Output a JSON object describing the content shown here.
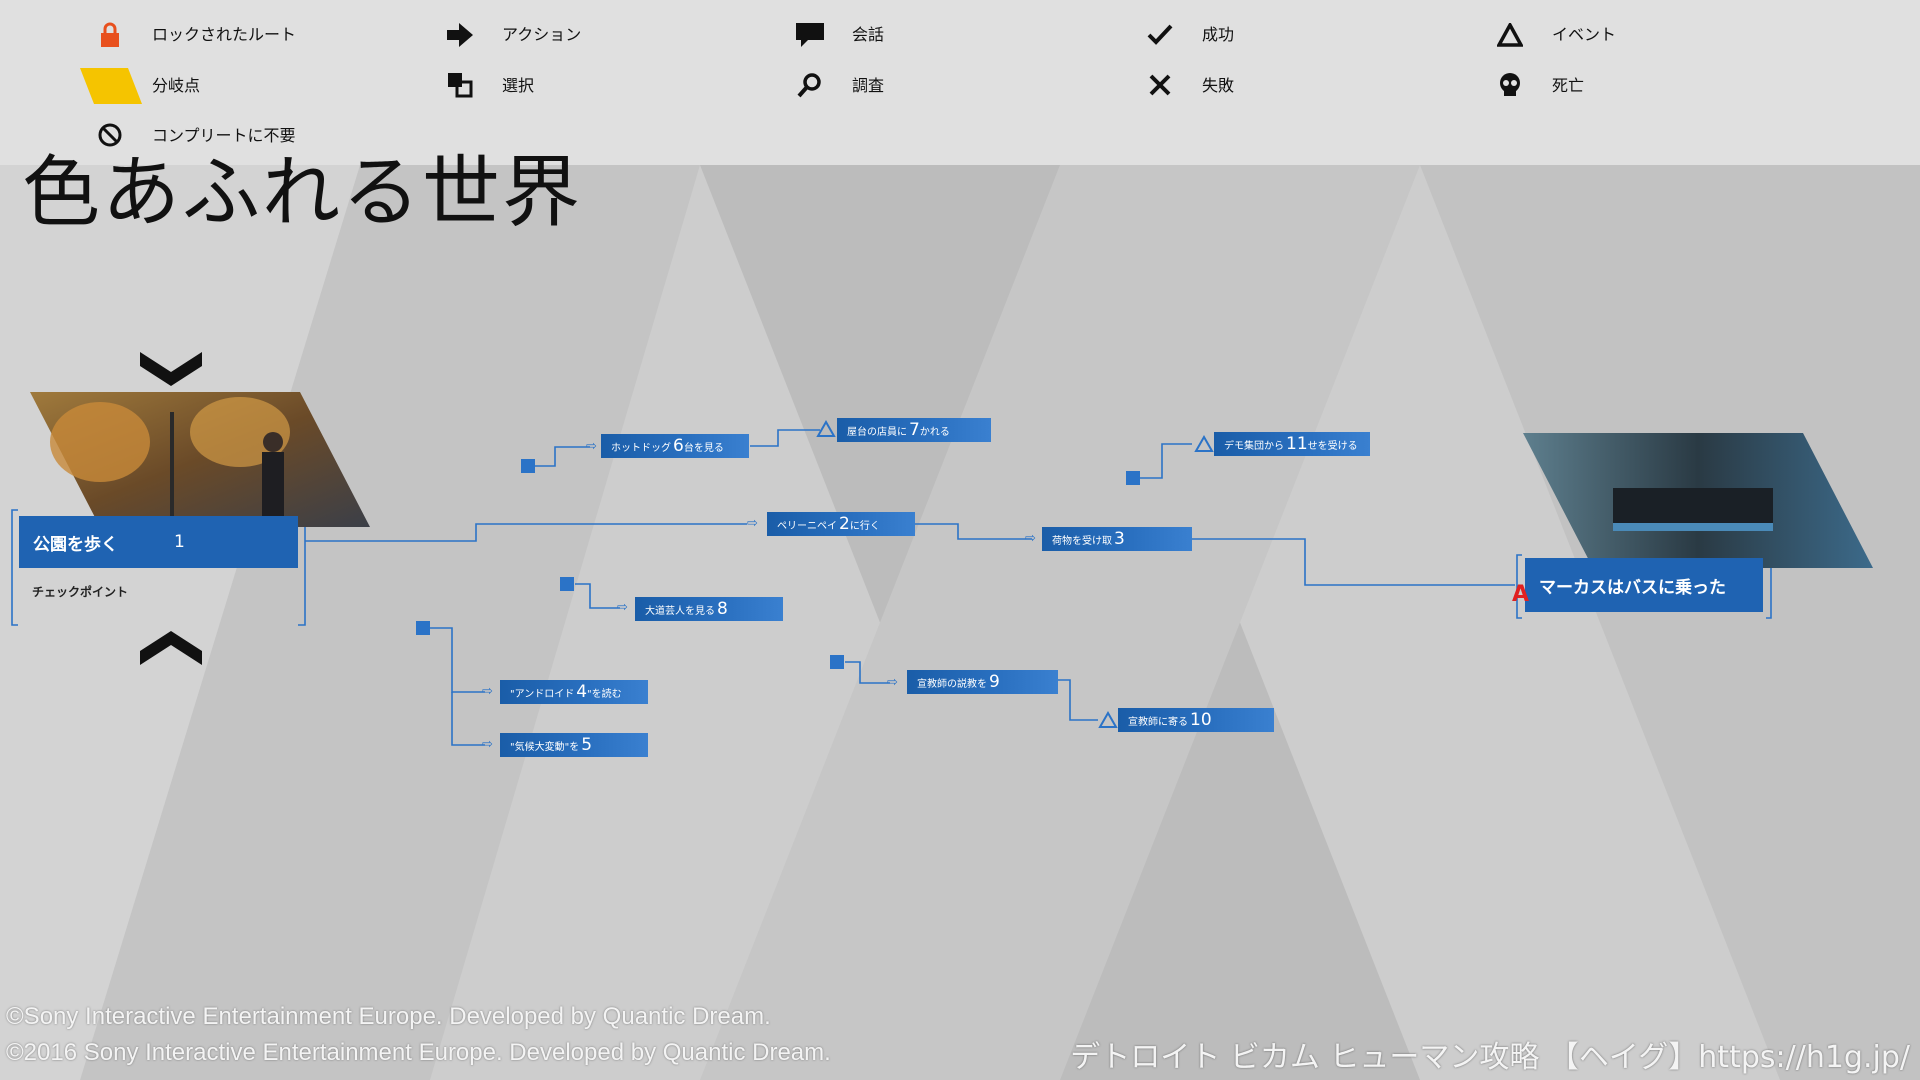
{
  "legend": {
    "locked_route": "ロックされたルート",
    "branch": "分岐点",
    "not_required": "コンプリートに不要",
    "action": "アクション",
    "choice": "選択",
    "dialogue": "会話",
    "investigate": "調査",
    "success": "成功",
    "failure": "失敗",
    "event": "イベント",
    "death": "死亡"
  },
  "page_title": "色あふれる世界",
  "start": {
    "title": "公園を歩く",
    "num": "1",
    "checkpoint": "チェックポイント"
  },
  "end": {
    "title": "マーカスはバスに乗った",
    "badge": "A"
  },
  "nodes": {
    "n2": {
      "label": "ペリーニペイ",
      "num": "2",
      "suffix": "に行く"
    },
    "n3": {
      "label": "荷物を受け取",
      "num": "3"
    },
    "n4": {
      "label": "\"アンドロイド",
      "num": "4",
      "suffix": "\"を読む"
    },
    "n5": {
      "label": "\"気候大変動\"を",
      "num": "5"
    },
    "n6": {
      "label": "ホットドッグ",
      "num": "6",
      "suffix": "台を見る"
    },
    "n7": {
      "label": "屋台の店員に",
      "num": "7",
      "suffix": "かれる"
    },
    "n8": {
      "label": "大道芸人を見る",
      "num": "8"
    },
    "n9": {
      "label": "宣教師の説教を",
      "num": "9"
    },
    "n10": {
      "label": "宣教師に寄る",
      "num": "10"
    },
    "n11": {
      "label": "デモ集団から",
      "num": "11",
      "suffix": "せを受ける"
    }
  },
  "footer": {
    "copyright_1": "©Sony Interactive Entertainment Europe. Developed by Quantic Dream.",
    "copyright_2": "©2016 Sony Interactive Entertainment Europe. Developed by Quantic Dream.",
    "site": "デトロイト ビカム ヒューマン攻略 【ヘイグ】https://h1g.jp/"
  },
  "colors": {
    "node_blue": "#1f63b2",
    "line_blue": "#2b73c7",
    "lock_orange": "#e8501e",
    "branch_yellow": "#f5c400",
    "badge_red": "#e02020"
  }
}
